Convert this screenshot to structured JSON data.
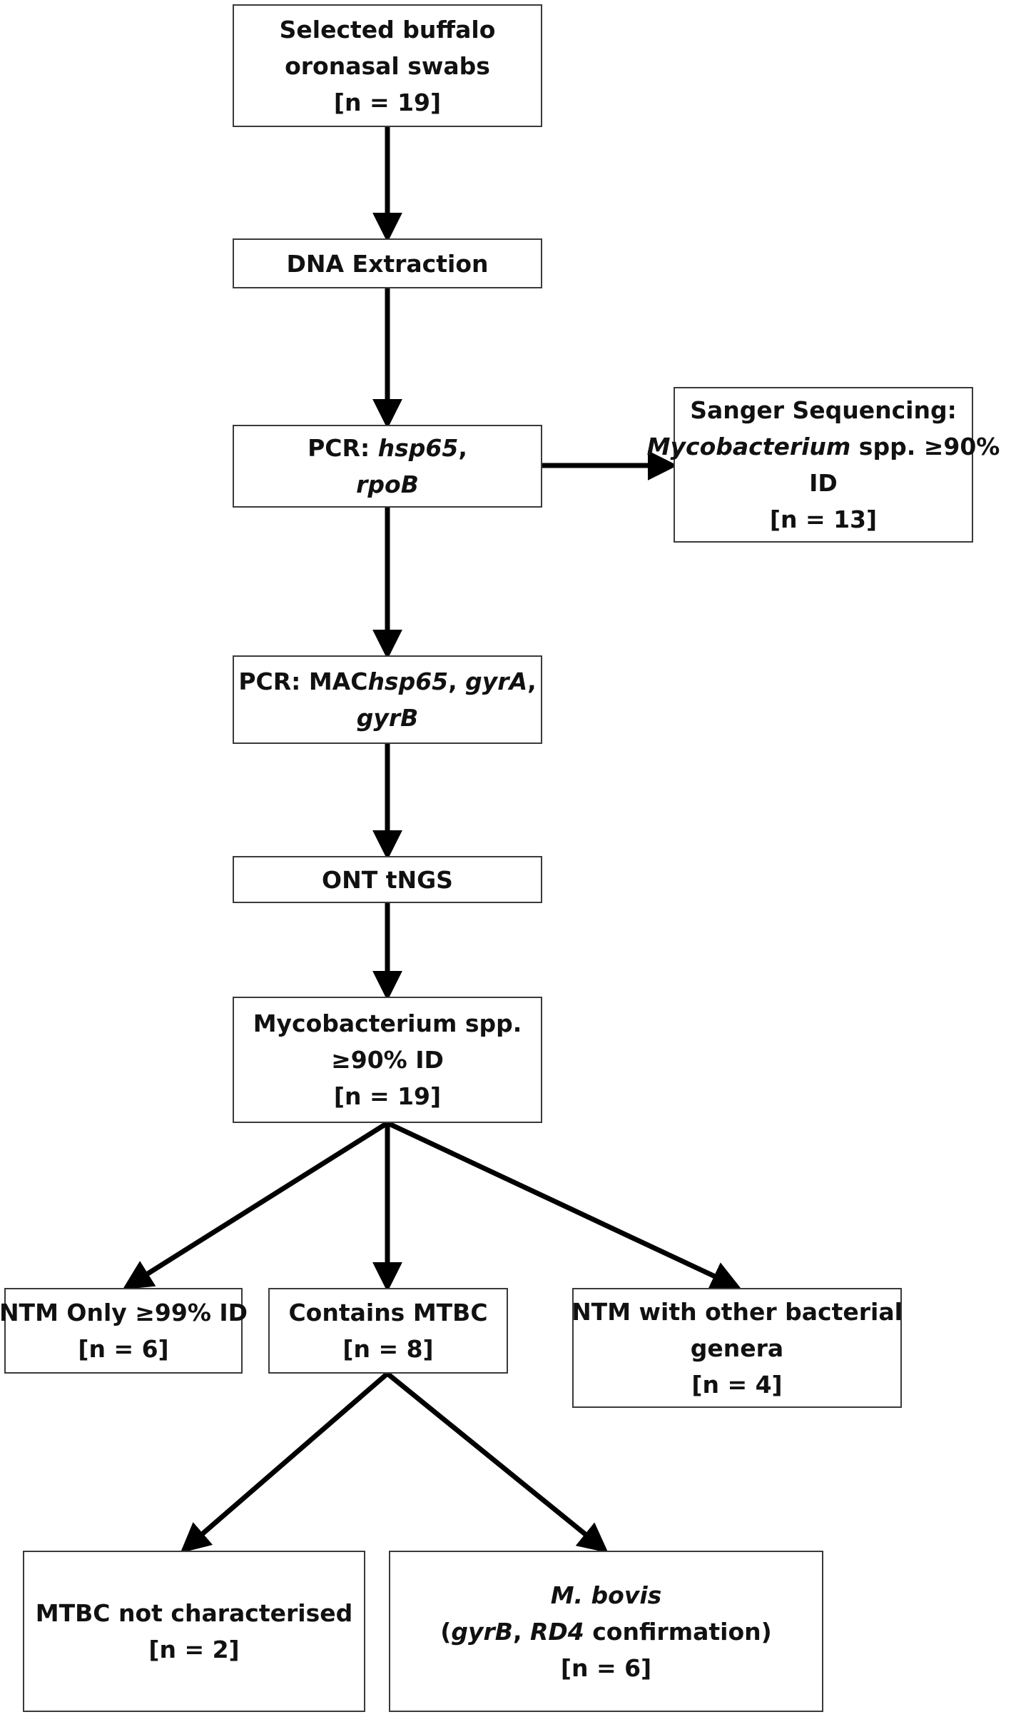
{
  "boxes": {
    "swabs": {
      "line1": "Selected buffalo",
      "line2": "oronasal swabs",
      "line3": "[n = 19]"
    },
    "dna": {
      "line1": "DNA Extraction"
    },
    "pcr1": {
      "prefix": "PCR: ",
      "gene1": "hsp65",
      "sep": ",",
      "gene2": "rpoB"
    },
    "sanger": {
      "line1": "Sanger Sequencing:",
      "genus": "Mycobacterium",
      "rest": " spp. ≥90%",
      "line3": "ID",
      "line4": "[n = 13]"
    },
    "pcr2": {
      "prefix": "PCR: MAC",
      "gene1": "hsp65",
      "sep1": ", ",
      "gene2": "gyrA",
      "sep2": ",",
      "gene3": "gyrB"
    },
    "ont": {
      "line1": "ONT tNGS"
    },
    "myco": {
      "line1": "Mycobacterium spp.",
      "line2": "≥90% ID",
      "line3": "[n = 19]"
    },
    "ntm_only": {
      "line1": "NTM Only ≥99% ID",
      "line2": "[n = 6]"
    },
    "contains_mtbc": {
      "line1": "Contains MTBC",
      "line2": "[n = 8]"
    },
    "ntm_other": {
      "line1": "NTM with other bacterial",
      "line2": "genera",
      "line3": "[n = 4]"
    },
    "mtbc_not_characterised": {
      "line1": "MTBC not characterised",
      "line2": "[n = 2]"
    },
    "m_bovis": {
      "line1": "M. bovis",
      "open": "(",
      "gene1": "gyrB",
      "sep": ", ",
      "gene2": "RD4",
      "rest": " confirmation)",
      "line3": "[n = 6]"
    }
  },
  "colors": {
    "arrow": "#000000",
    "border": "#3a3a3a",
    "text": "#111111"
  }
}
